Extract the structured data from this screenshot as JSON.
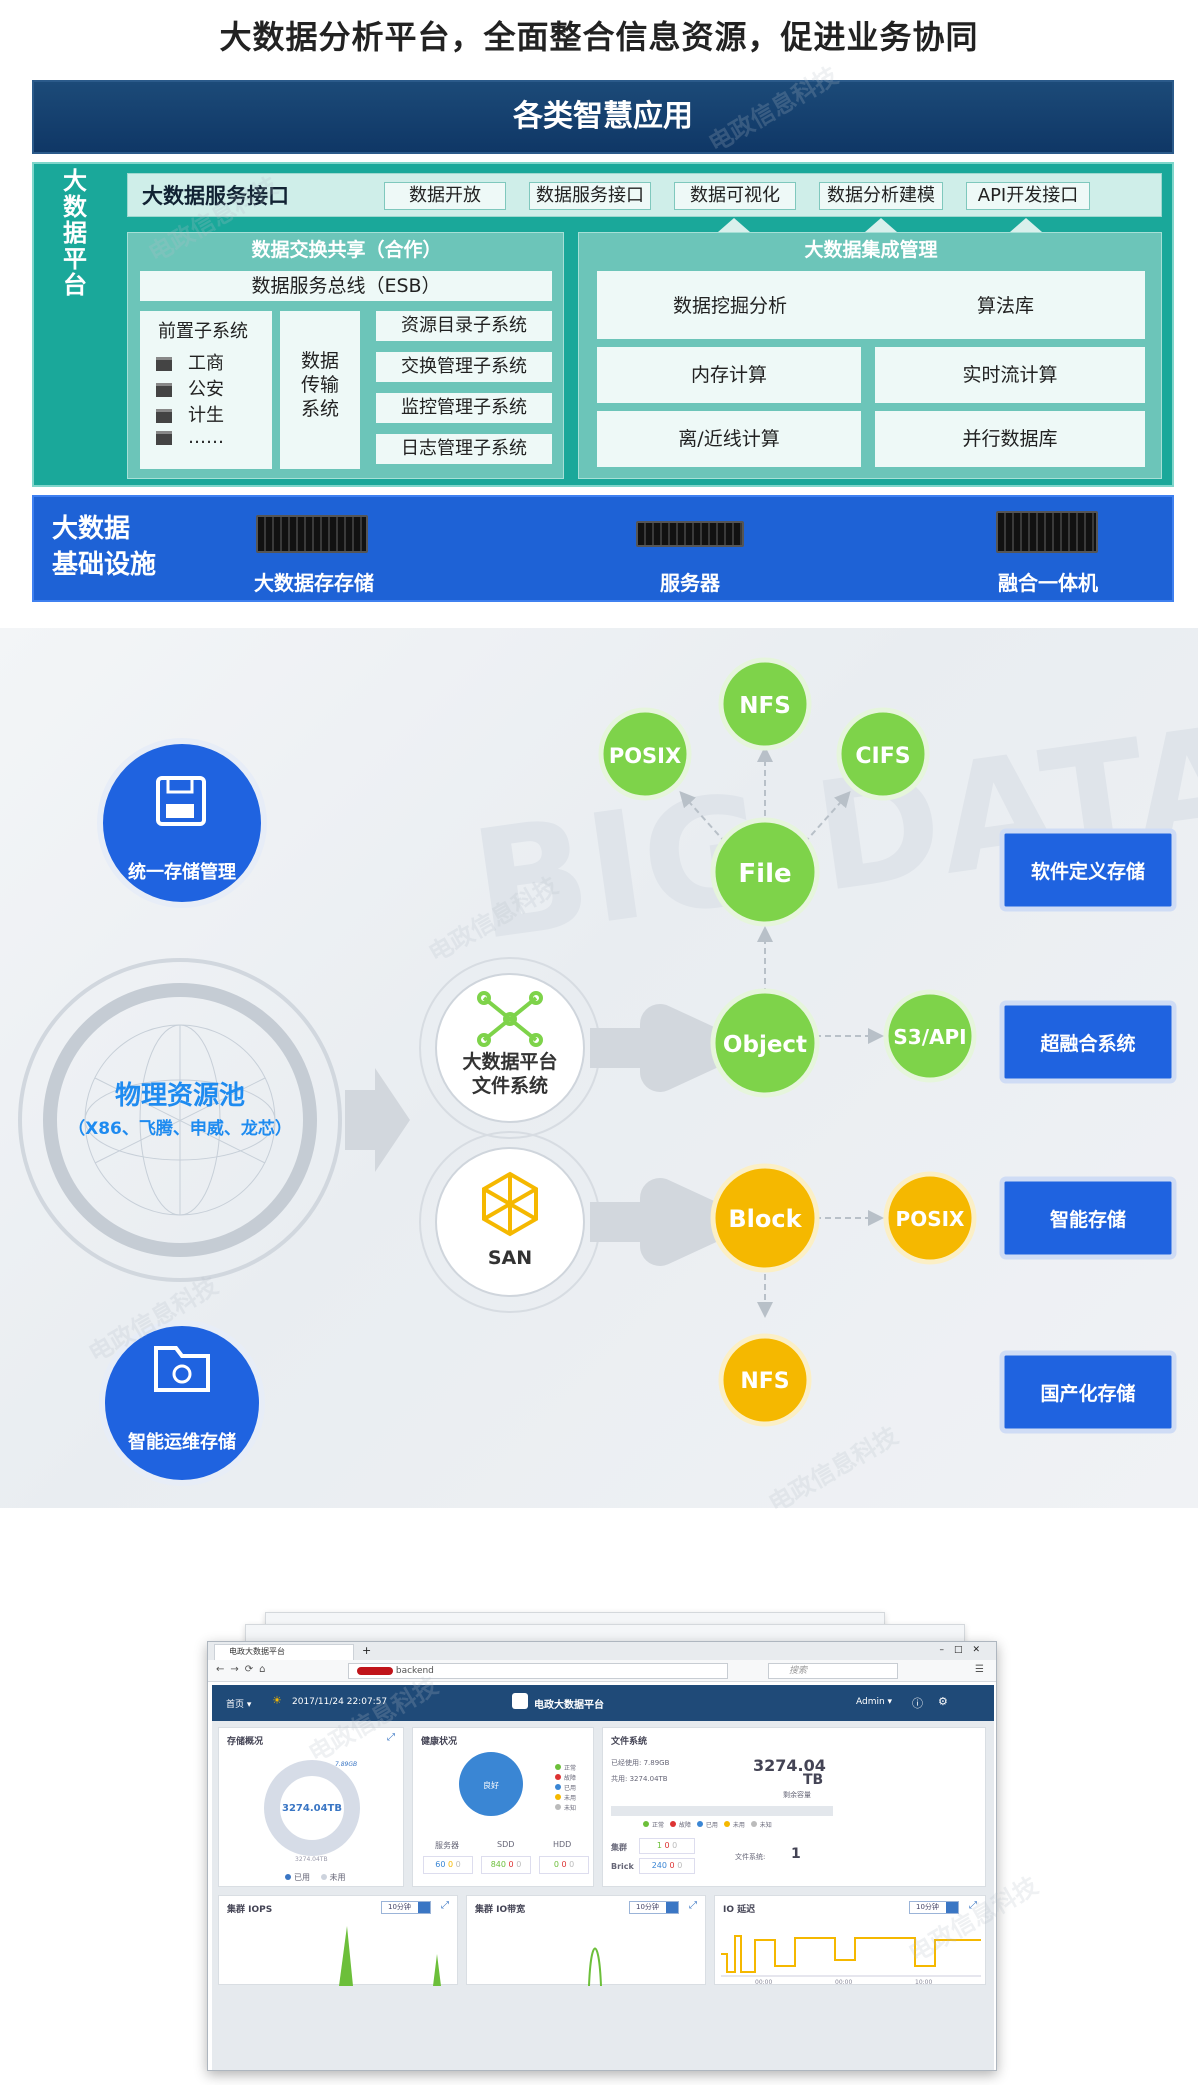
{
  "headline": "大数据分析平台，全面整合信息资源，促进业务协同",
  "architecture": {
    "apps_bar": "各类智慧应用",
    "platform_label": [
      "大",
      "数",
      "据",
      "平",
      "台"
    ],
    "service_interface": {
      "label": "大数据服务接口",
      "items": [
        "数据开放",
        "数据服务接口",
        "数据可视化",
        "数据分析建模",
        "API开发接口"
      ]
    },
    "exchange": {
      "title": "数据交换共享（合作）",
      "esb": "数据服务总线（ESB）",
      "front_title": "前置子系统",
      "front_items": [
        "工商",
        "公安",
        "计生",
        "……"
      ],
      "transfer": [
        "数据",
        "传输",
        "系统"
      ],
      "subsystems": [
        "资源目录子系统",
        "交换管理子系统",
        "监控管理子系统",
        "日志管理子系统"
      ]
    },
    "integration": {
      "title": "大数据集成管理",
      "mining": "数据挖掘分析",
      "algo": "算法库",
      "items": [
        "内存计算",
        "实时流计算",
        "离/近线计算",
        "并行数据库"
      ]
    },
    "infrastructure": {
      "title": [
        "大数据",
        "基础设施"
      ],
      "items": [
        "大数据存存储",
        "服务器",
        "融合一体机"
      ]
    }
  },
  "storage": {
    "left_circles": [
      "统一存储管理",
      "智能运维存储"
    ],
    "pool_title": "物理资源池",
    "pool_sub": "（X86、飞腾、申威、龙芯）",
    "bigdata_fs": [
      "大数据平台",
      "文件系统"
    ],
    "san": "SAN",
    "green_nodes": {
      "file": "File",
      "object": "Object",
      "nfs": "NFS",
      "posix": "POSIX",
      "cifs": "CIFS",
      "s3": "S3/API"
    },
    "yellow_nodes": {
      "block": "Block",
      "posix": "POSIX",
      "nfs": "NFS"
    },
    "right_buttons": [
      "软件定义存储",
      "超融合系统",
      "智能存储",
      "国产化存储"
    ],
    "bg_text": "BIG DATA",
    "colors": {
      "green": "#7ed34a",
      "yellow": "#f5b800",
      "blue": "#1f63e0"
    }
  },
  "screenshot": {
    "tab_title": "电政大数据平台",
    "address": "backend",
    "search_placeholder": "搜索",
    "home": "首页",
    "datetime": "2017/11/24 22:07:57",
    "app_title": "电政大数据平台",
    "user": "Admin",
    "storage_overview": {
      "title": "存储概况",
      "center": "3274.04TB",
      "top_label": "7.89GB",
      "bottom_label": "3274.04TB",
      "legend": [
        "已用",
        "未用"
      ]
    },
    "health": {
      "title": "健康状况",
      "pie_label": "良好",
      "legend": [
        "正常",
        "故障",
        "已用",
        "未用",
        "未知"
      ],
      "groups": [
        {
          "name": "服务器",
          "vals": [
            "60",
            "0",
            "0"
          ]
        },
        {
          "name": "SDD",
          "vals": [
            "840",
            "0",
            "0"
          ]
        },
        {
          "name": "HDD",
          "vals": [
            "0",
            "0",
            "0"
          ]
        }
      ]
    },
    "filesystem": {
      "title": "文件系统",
      "used": "已经使用: 7.89GB",
      "total": "共用: 3274.04TB",
      "big": "3274.04",
      "unit": "TB",
      "remaining": "剩余容量",
      "legend": [
        "正常",
        "故障",
        "已用",
        "未用",
        "未知"
      ],
      "cluster_label": "集群",
      "brick_label": "Brick",
      "cluster_vals": [
        "1",
        "0",
        "0"
      ],
      "brick_vals": [
        "240",
        "0",
        "0"
      ],
      "fs_label": "文件系统:",
      "fs_count": "1"
    },
    "charts": [
      {
        "title": "集群 IOPS",
        "interval": "10分钟"
      },
      {
        "title": "集群 IO带宽",
        "interval": "10分钟"
      },
      {
        "title": "IO 延迟",
        "interval": "10分钟",
        "ticks": [
          "00:00",
          "00:00",
          "10:00"
        ]
      }
    ]
  },
  "watermark": "电政信息科技"
}
